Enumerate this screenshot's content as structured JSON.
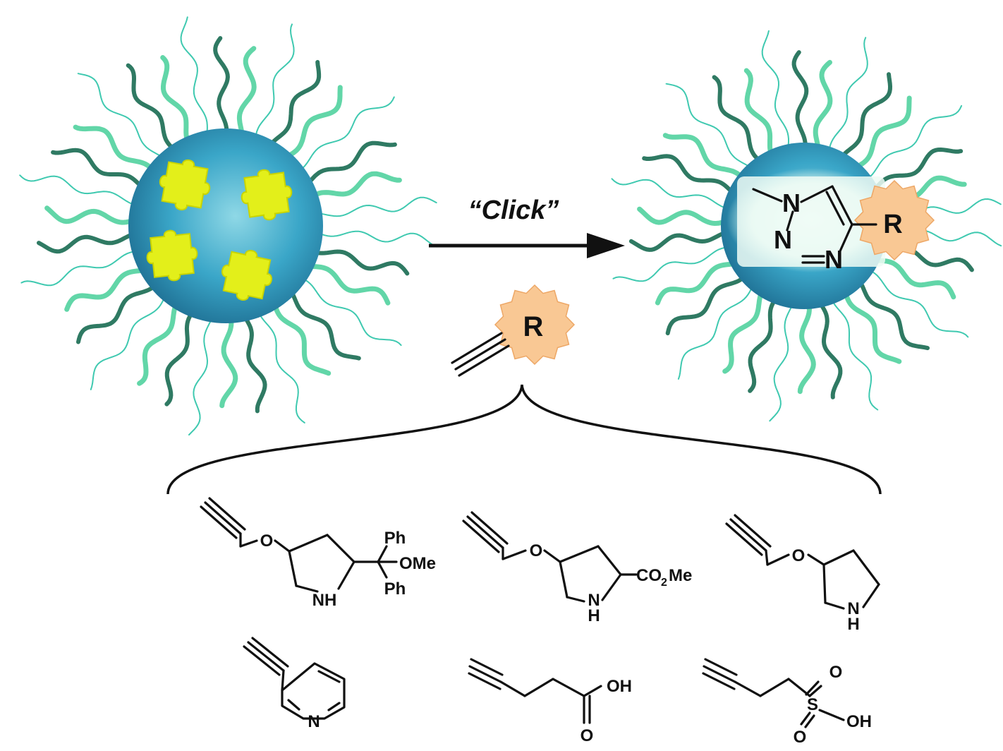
{
  "reaction": {
    "arrow_label": "“Click”",
    "reagent_group": "R"
  },
  "triazole": {
    "n1": "N",
    "n2": "N",
    "n3": "N",
    "group": "R"
  },
  "molecules": {
    "m1": {
      "ph_top": "Ph",
      "ome": "OMe",
      "ph_bottom": "Ph",
      "nh": "NH",
      "o": "O"
    },
    "m2": {
      "co2me_a": "CO",
      "co2me_sub": "2",
      "co2me_b": "Me",
      "n": "N",
      "h": "H",
      "o": "O"
    },
    "m3": {
      "n": "N",
      "h": "H",
      "o": "O"
    },
    "m4": {
      "n": "N"
    },
    "m5": {
      "oh": "OH",
      "o": "O"
    },
    "m6": {
      "o_top": "O",
      "s": "S",
      "o_bottom": "O",
      "oh": "OH"
    }
  },
  "colors": {
    "sphere_light": "#8fd8e6",
    "sphere_mid": "#3aa6c8",
    "sphere_dark": "#1e6f93",
    "chain_dark": "#2f7a63",
    "chain_light": "#62d6a8",
    "chain_thin": "#3fc9b0",
    "puzzle": "#e3ef1a",
    "puzzle_edge": "#c9d400",
    "r_badge": "#f9c894",
    "r_badge_edge": "#eda766"
  }
}
